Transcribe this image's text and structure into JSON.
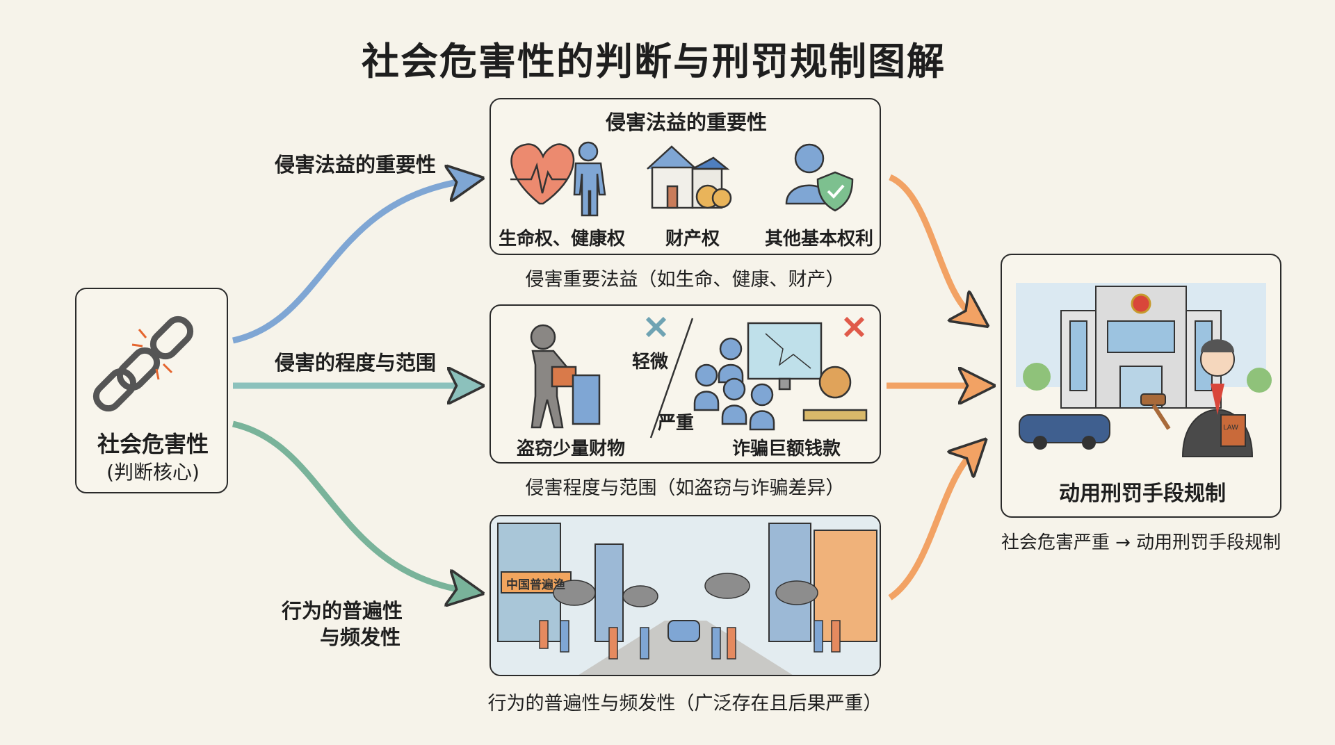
{
  "title": "社会危害性的判断与刑罚规制图解",
  "core": {
    "label": "社会危害性",
    "sub": "(判断核心)"
  },
  "branches": [
    {
      "arrow_label": "侵害法益的重要性",
      "box_title": "侵害法益的重要性",
      "items": [
        "生命权、健康权",
        "财产权",
        "其他基本权利"
      ],
      "caption": "侵害重要法益（如生命、健康、财产）"
    },
    {
      "arrow_label": "侵害的程度与范围",
      "items": [
        "盗窃少量财物",
        "诈骗巨额钱款"
      ],
      "severity": [
        "轻微",
        "严重"
      ],
      "caption": "侵害程度与范围（如盗窃与诈骗差异）"
    },
    {
      "arrow_label_lines": [
        "行为的普遍性",
        "与频发性"
      ],
      "sign_text": "中国普遍渔",
      "caption": "行为的普遍性与频发性（广泛存在且后果严重）"
    }
  ],
  "result": {
    "label": "动用刑罚手段规制",
    "book_text": "LAW",
    "caption": "社会危害严重 → 动用刑罚手段规制"
  },
  "colors": {
    "arrow_blue": "#7fa6d4",
    "arrow_teal": "#8cc1bc",
    "arrow_green": "#79b39a",
    "arrow_orange": "#f2a264"
  }
}
